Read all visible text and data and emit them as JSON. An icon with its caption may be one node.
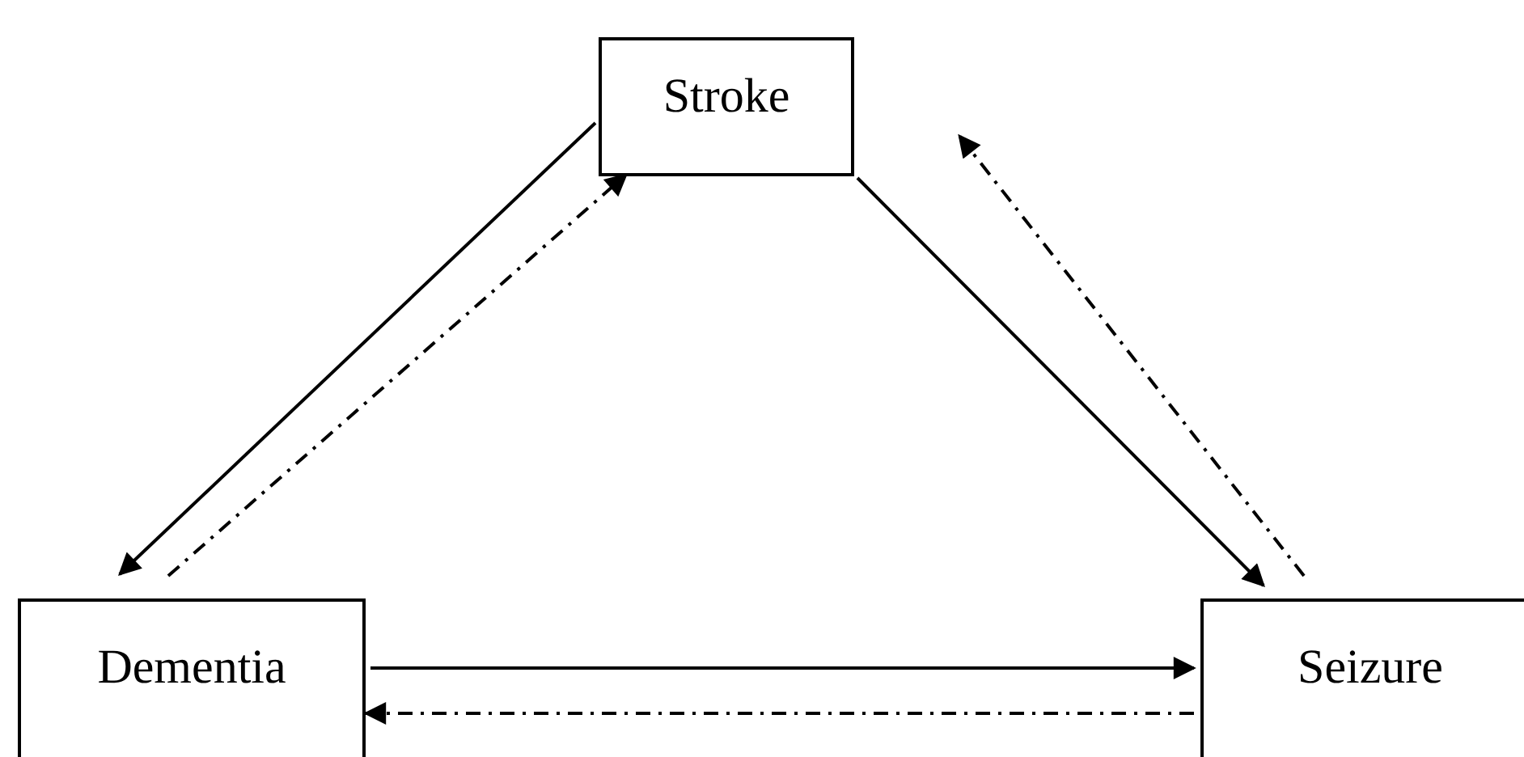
{
  "diagram": {
    "nodes": [
      {
        "text": [
          "Stroke"
        ]
      },
      {
        "text": [
          "Dementia"
        ]
      },
      {
        "text": [
          "Seizure"
        ]
      }
    ],
    "edges": [
      {
        "from": 0,
        "to": 1,
        "arrow": "to"
      },
      {
        "from": 1,
        "to": 0,
        "arrow": "to",
        "style": "dashed"
      },
      {
        "from": 0,
        "to": 2,
        "arrow": "to"
      },
      {
        "from": 2,
        "to": 0,
        "arrow": "to",
        "style": "dashed"
      },
      {
        "from": 1,
        "to": 2,
        "arrow": "to"
      },
      {
        "from": 2,
        "to": 1,
        "arrow": "to",
        "style": "dashed"
      }
    ]
  }
}
